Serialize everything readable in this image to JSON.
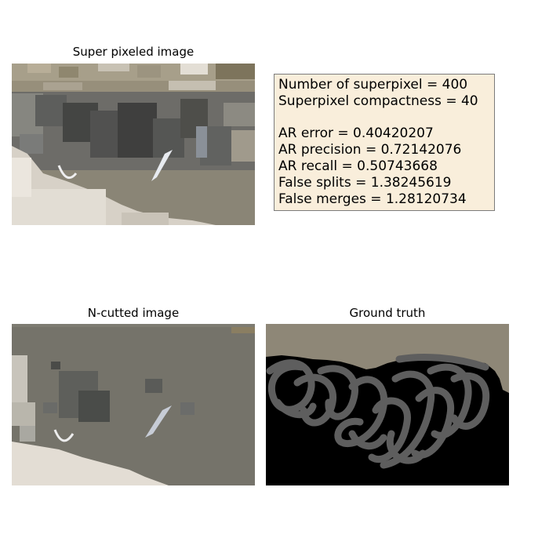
{
  "panels": {
    "superpixel": {
      "title": "Super pixeled image"
    },
    "ncut": {
      "title": "N-cutted image"
    },
    "ground_truth": {
      "title": "Ground truth"
    }
  },
  "metrics": {
    "superpixel_count": "Number of superpixel = 400",
    "compactness": "Superpixel compactness = 40",
    "ar_error": "AR error = 0.40420207",
    "ar_precision": "AR precision = 0.72142076",
    "ar_recall": "AR recall = 0.50743668",
    "false_splits": "False splits = 1.38245619",
    "false_merges": "False merges = 1.28120734"
  },
  "colors": {
    "ncut_background": "#75736a",
    "ground_truth_background": "#8e8777",
    "ground_truth_object": "#5e5e5e",
    "ground_truth_floor": "#000000",
    "metrics_box_fill": "#f9eedb"
  }
}
